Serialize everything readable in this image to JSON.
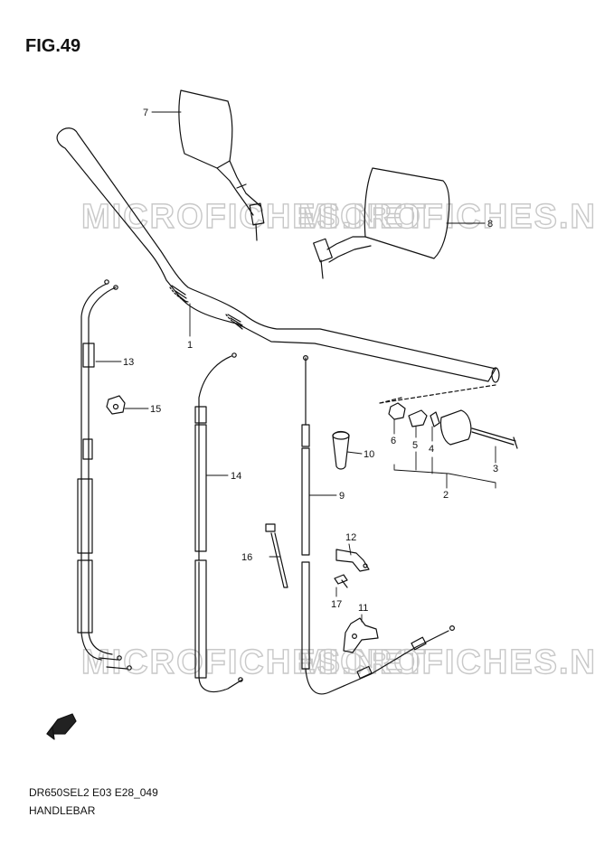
{
  "figure": {
    "title": "FIG.49",
    "model_code": "DR650SEL2 E03 E28_049",
    "section_name": "HANDLEBAR"
  },
  "watermark": {
    "text": "MICROFICHES.NET"
  },
  "parts": [
    {
      "ref": "1"
    },
    {
      "ref": "2"
    },
    {
      "ref": "3"
    },
    {
      "ref": "4"
    },
    {
      "ref": "5"
    },
    {
      "ref": "6"
    },
    {
      "ref": "7"
    },
    {
      "ref": "8"
    },
    {
      "ref": "9"
    },
    {
      "ref": "10"
    },
    {
      "ref": "11"
    },
    {
      "ref": "12"
    },
    {
      "ref": "13"
    },
    {
      "ref": "14"
    },
    {
      "ref": "15"
    },
    {
      "ref": "16"
    },
    {
      "ref": "17"
    }
  ],
  "icons": {
    "front_direction": "fwd-arrow-icon"
  }
}
